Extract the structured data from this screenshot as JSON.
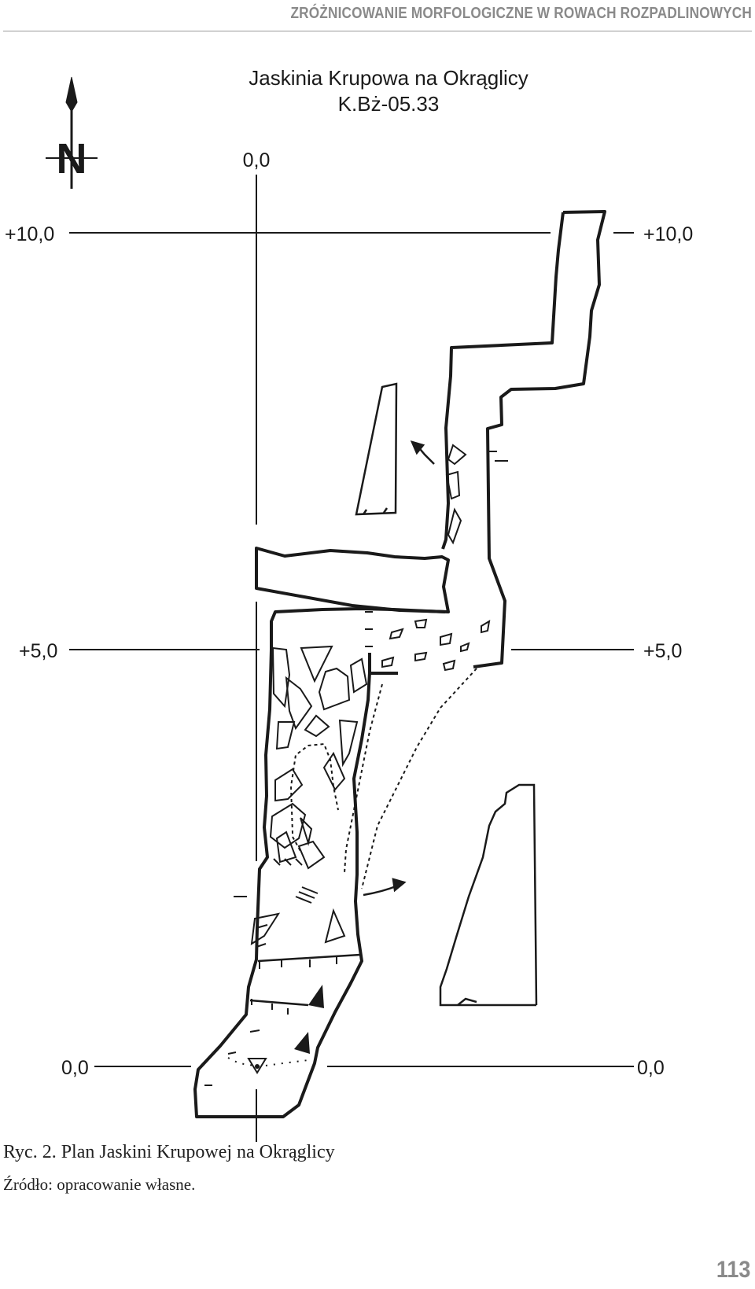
{
  "header": {
    "running_title": "ZRÓŻNICOWANIE MORFOLOGICZNE W ROWACH ROZPADLINOWYCH"
  },
  "figure": {
    "title": "Jaskinia Krupowa na Okrąglicy",
    "code": "K.Bż-05.33",
    "north_label": "N",
    "grid_labels": {
      "top": "0,0",
      "left_10": "+10,0",
      "right_10": "+10,0",
      "left_5": "+5,0",
      "right_5": "+5,0",
      "left_0": "0,0",
      "right_0": "0,0"
    }
  },
  "caption": {
    "label": "Ryc. 2. Plan Jaskini Krupowej na Okrąglicy",
    "source": "Źródło: opracowanie własne."
  },
  "page_number": "113"
}
